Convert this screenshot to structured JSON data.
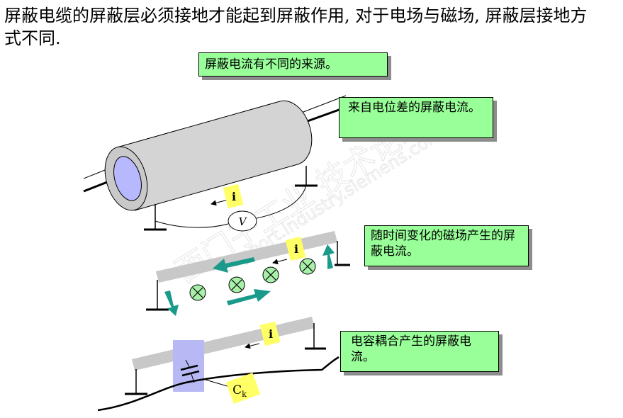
{
  "heading": "屏蔽电缆的屏蔽层必须接地才能起到屏蔽作用, 对于电场与磁场, 屏蔽层接地方式不同.",
  "notes": {
    "main": "屏蔽电流有不同的来源。",
    "potential": "来自电位差的屏蔽电流。",
    "magnetic": "随时间变化的磁场产生的屏蔽电流。",
    "capacitive": "电容耦合产生的屏蔽电流。"
  },
  "labels": {
    "current": "i",
    "voltmeter": "V",
    "capacitance": "C",
    "capacitance_sub": "k"
  },
  "watermark": {
    "cn": "西门子工业 技术论坛",
    "url": "support.industry.siemens.com/cs"
  },
  "colors": {
    "note_bg": "#99ff99",
    "label_bg": "#ffff66",
    "shield_bar": "#c8c8c8",
    "arrow": "#1a9a8a",
    "cable_fill": "#d4d4d4",
    "cable_bore": "#b8b8ff",
    "coupling_box": "#b8b8f4"
  }
}
